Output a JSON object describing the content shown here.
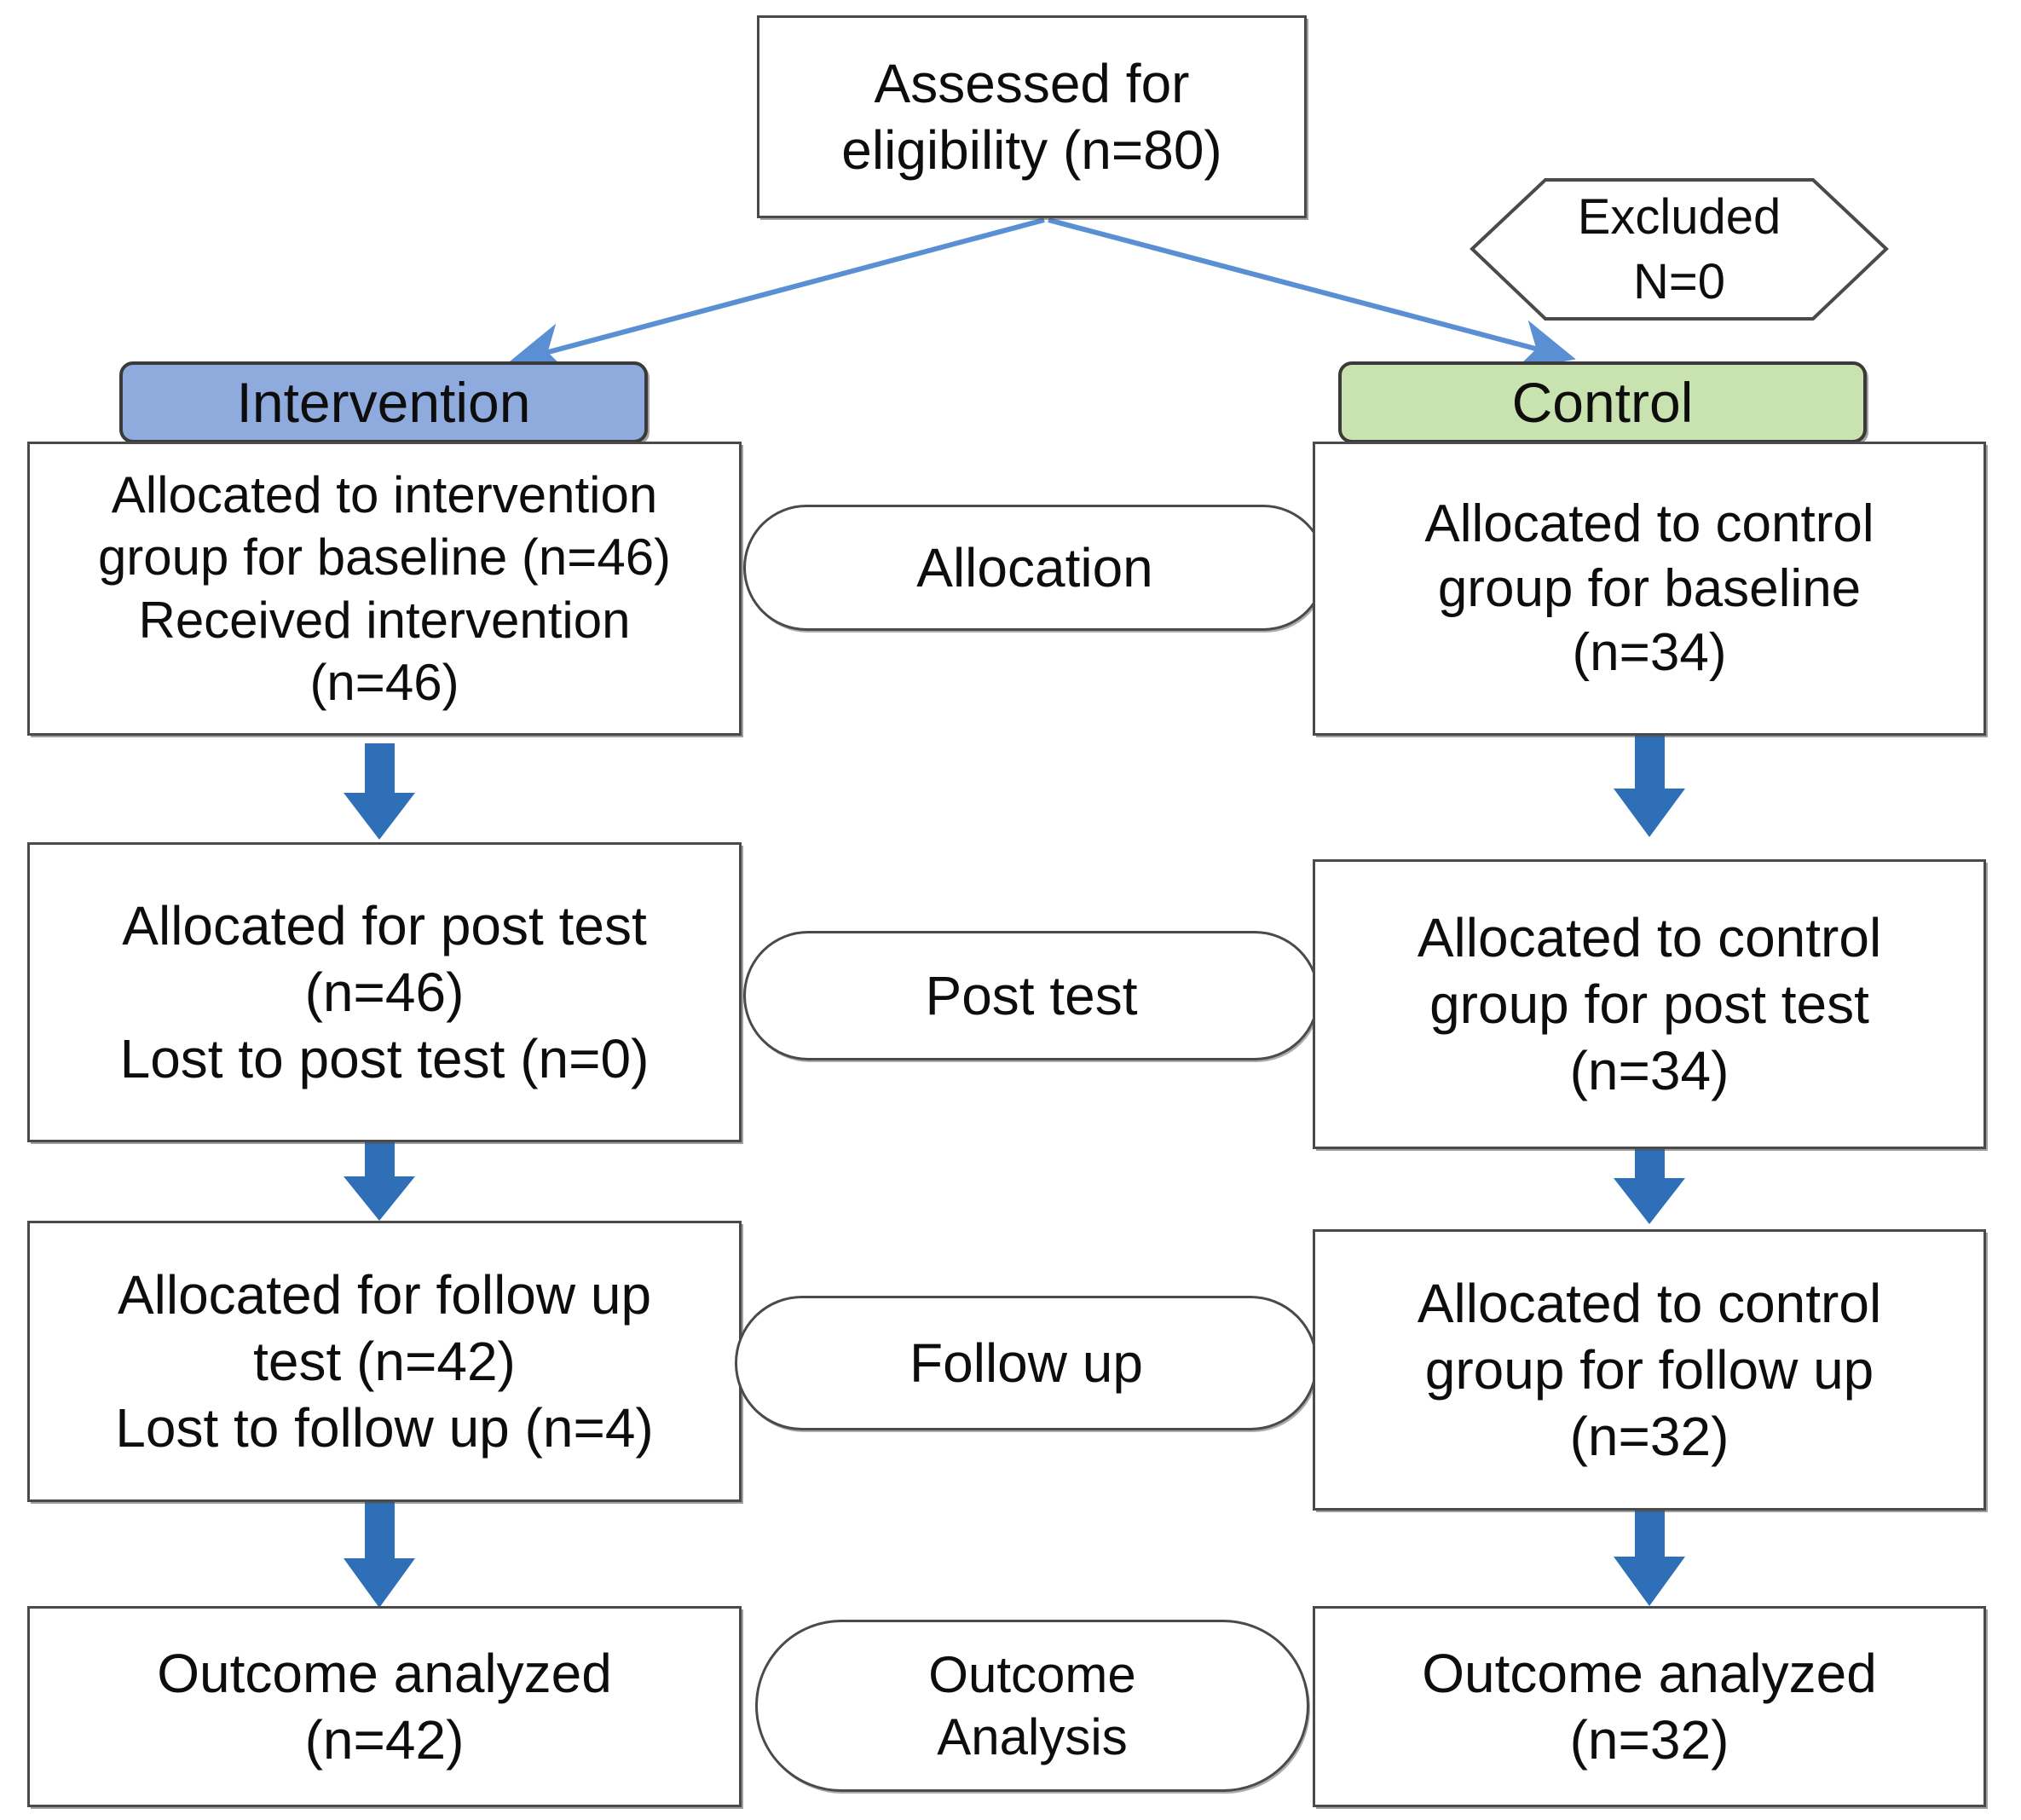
{
  "diagram": {
    "type": "consort-flow-diagram",
    "colors": {
      "intervention_banner": "#8FAADC",
      "control_banner": "#C8E3B0",
      "arrow_blue": "#2E6FB7",
      "connector_blue": "#5B8FD4",
      "box_border": "#4A4A4A",
      "background": "#FFFFFF"
    },
    "top": {
      "enrollment_box": "Assessed for\neligibility (n=80)",
      "excluded_hexagon": "Excluded\nN=0"
    },
    "group_headers": {
      "left": "Intervention",
      "right": "Control"
    },
    "stage_labels": [
      "Allocation",
      "Post test",
      "Follow up",
      "Outcome\nAnalysis"
    ],
    "rows": [
      {
        "stage": "Allocation",
        "left": "Allocated to intervention\ngroup for baseline  (n=46)\nReceived intervention\n(n=46)",
        "right": "Allocated to control\ngroup for baseline\n(n=34)"
      },
      {
        "stage": "Post test",
        "left": "Allocated for post test\n(n=46)\nLost to post test (n=0)",
        "right": "Allocated to control\ngroup for post test\n(n=34)"
      },
      {
        "stage": "Follow up",
        "left": "Allocated for follow up\ntest (n=42)\nLost to follow up (n=4)",
        "right": "Allocated to control\ngroup for follow up\n(n=32)"
      },
      {
        "stage": "Outcome Analysis",
        "left": "Outcome analyzed\n(n=42)",
        "right": "Outcome analyzed\n(n=32)"
      }
    ],
    "counts": {
      "assessed": 80,
      "excluded": 0,
      "intervention_baseline": 46,
      "intervention_received": 46,
      "control_baseline": 34,
      "intervention_posttest": 46,
      "intervention_lost_posttest": 0,
      "control_posttest": 34,
      "intervention_followup": 42,
      "intervention_lost_followup": 4,
      "control_followup": 32,
      "intervention_analyzed": 42,
      "control_analyzed": 32
    }
  }
}
